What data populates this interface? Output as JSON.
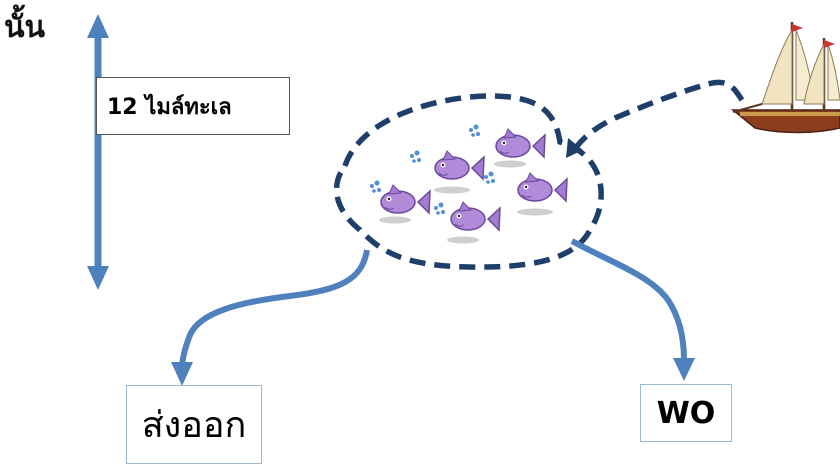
{
  "top_label": "นั้น",
  "distance_label": "12 ไมล์ทะเล",
  "export_label": "ส่งออก",
  "wo_label": "WO",
  "icons": [
    "ship-icon",
    "fish-school-icon"
  ],
  "colors": {
    "arrow": "#4f81bd",
    "dashed_outline": "#1f3f6b",
    "fish": "#b18ad9",
    "bubble": "#4f8fd8"
  }
}
